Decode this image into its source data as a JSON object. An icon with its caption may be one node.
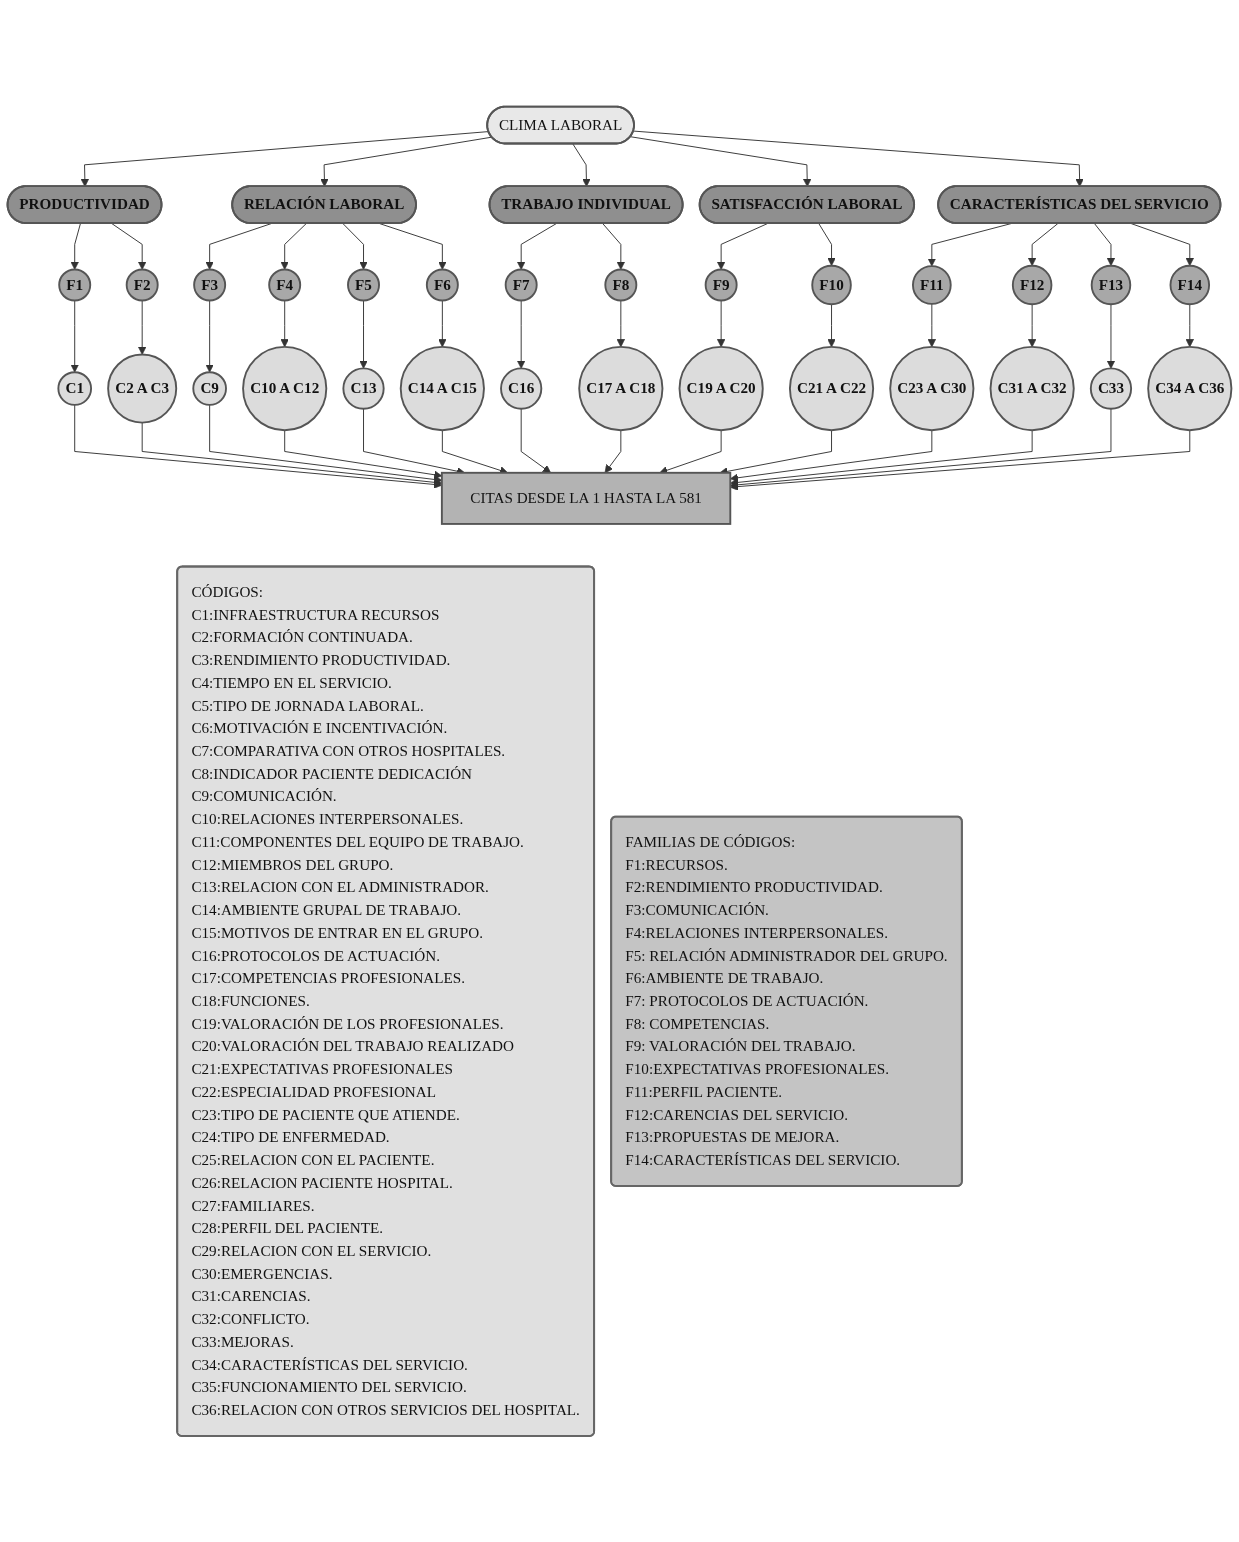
{
  "diagram": {
    "nodes": [
      {
        "text": [
          "CLIMA LABORAL"
        ]
      },
      {
        "text": [
          "PRODUCTIVIDAD"
        ]
      },
      {
        "text": [
          "RELACIÓN LABORAL"
        ]
      },
      {
        "text": [
          "TRABAJO INDIVIDUAL"
        ]
      },
      {
        "text": [
          "SATISFACCIÓN LABORAL"
        ]
      },
      {
        "text": [
          "CARACTERÍSTICAS DEL SERVICIO"
        ]
      },
      {
        "text": [
          "F1"
        ]
      },
      {
        "text": [
          "F2"
        ]
      },
      {
        "text": [
          "F3"
        ]
      },
      {
        "text": [
          "F4"
        ]
      },
      {
        "text": [
          "F5"
        ]
      },
      {
        "text": [
          "F6"
        ]
      },
      {
        "text": [
          "F7"
        ]
      },
      {
        "text": [
          "F8"
        ]
      },
      {
        "text": [
          "F9"
        ]
      },
      {
        "text": [
          "F10"
        ]
      },
      {
        "text": [
          "F11"
        ]
      },
      {
        "text": [
          "F12"
        ]
      },
      {
        "text": [
          "F13"
        ]
      },
      {
        "text": [
          "F14"
        ]
      },
      {
        "text": [
          "C1"
        ]
      },
      {
        "text": [
          "C2 A C3"
        ]
      },
      {
        "text": [
          "C9"
        ]
      },
      {
        "text": [
          "C10 A C12"
        ]
      },
      {
        "text": [
          "C13"
        ]
      },
      {
        "text": [
          "C14 A C15"
        ]
      },
      {
        "text": [
          "C16"
        ]
      },
      {
        "text": [
          "C17 A C18"
        ]
      },
      {
        "text": [
          "C19 A C20"
        ]
      },
      {
        "text": [
          "C21 A C22"
        ]
      },
      {
        "text": [
          "C23 A C30"
        ]
      },
      {
        "text": [
          "C31 A C32"
        ]
      },
      {
        "text": [
          "C33"
        ]
      },
      {
        "text": [
          "C34 A C36"
        ]
      },
      {
        "text": [
          "CITAS DESDE LA 1 HASTA LA 581"
        ]
      },
      {
        "text": [
          "CÓDIGOS:",
          "C1:INFRAESTRUCTURA RECURSOS",
          "C2:FORMACIÓN CONTINUADA.",
          "C3:RENDIMIENTO PRODUCTIVIDAD.",
          "C4:TIEMPO EN EL SERVICIO.",
          "C5:TIPO DE JORNADA LABORAL.",
          "C6:MOTIVACIÓN E INCENTIVACIÓN.",
          "C7:COMPARATIVA CON OTROS HOSPITALES.",
          "C8:INDICADOR PACIENTE DEDICACIÓN",
          "C9:COMUNICACIÓN.",
          "C10:RELACIONES INTERPERSONALES.",
          "C11:COMPONENTES DEL EQUIPO DE TRABAJO.",
          "C12:MIEMBROS DEL GRUPO.",
          "C13:RELACION CON EL ADMINISTRADOR.",
          "C14:AMBIENTE GRUPAL DE TRABAJO.",
          "C15:MOTIVOS DE ENTRAR EN EL GRUPO.",
          "C16:PROTOCOLOS DE ACTUACIÓN.",
          "C17:COMPETENCIAS PROFESIONALES.",
          "C18:FUNCIONES.",
          "C19:VALORACIÓN DE LOS PROFESIONALES.",
          "C20:VALORACIÓN DEL TRABAJO REALIZADO",
          "C21:EXPECTATIVAS PROFESIONALES",
          "C22:ESPECIALIDAD PROFESIONAL",
          "C23:TIPO DE PACIENTE QUE ATIENDE.",
          "C24:TIPO DE ENFERMEDAD.",
          "C25:RELACION CON EL PACIENTE.",
          "C26:RELACION PACIENTE HOSPITAL.",
          "C27:FAMILIARES.",
          "C28:PERFIL DEL PACIENTE.",
          "C29:RELACION CON EL SERVICIO.",
          "C30:EMERGENCIAS.",
          "C31:CARENCIAS.",
          "C32:CONFLICTO.",
          "C33:MEJORAS.",
          "C34:CARACTERÍSTICAS DEL SERVICIO.",
          "C35:FUNCIONAMIENTO DEL SERVICIO.",
          "C36:RELACION CON OTROS SERVICIOS DEL HOSPITAL."
        ]
      },
      {
        "text": [
          "FAMILIAS DE CÓDIGOS:",
          "F1:RECURSOS.",
          "F2:RENDIMIENTO PRODUCTIVIDAD.",
          "F3:COMUNICACIÓN.",
          "F4:RELACIONES INTERPERSONALES.",
          "F5: RELACIÓN ADMINISTRADOR DEL GRUPO.",
          "F6:AMBIENTE DE TRABAJO.",
          "F7: PROTOCOLOS DE ACTUACIÓN.",
          "F8: COMPETENCIAS.",
          "F9: VALORACIÓN DEL TRABAJO.",
          "F10:EXPECTATIVAS PROFESIONALES.",
          "F11:PERFIL PACIENTE.",
          "F12:CARENCIAS DEL SERVICIO.",
          "F13:PROPUESTAS DE MEJORA.",
          "F14:CARACTERÍSTICAS DEL SERVICIO."
        ]
      }
    ],
    "edges": [
      {
        "from": 0,
        "to": 1,
        "arrow": "to"
      },
      {
        "from": 0,
        "to": 2,
        "arrow": "to"
      },
      {
        "from": 0,
        "to": 3,
        "arrow": "to"
      },
      {
        "from": 0,
        "to": 4,
        "arrow": "to"
      },
      {
        "from": 0,
        "to": 5,
        "arrow": "to"
      },
      {
        "from": 1,
        "to": 6,
        "arrow": "to"
      },
      {
        "from": 1,
        "to": 7,
        "arrow": "to"
      },
      {
        "from": 2,
        "to": 8,
        "arrow": "to"
      },
      {
        "from": 2,
        "to": 9,
        "arrow": "to"
      },
      {
        "from": 2,
        "to": 10,
        "arrow": "to"
      },
      {
        "from": 2,
        "to": 11,
        "arrow": "to"
      },
      {
        "from": 3,
        "to": 12,
        "arrow": "to"
      },
      {
        "from": 3,
        "to": 13,
        "arrow": "to"
      },
      {
        "from": 4,
        "to": 14,
        "arrow": "to"
      },
      {
        "from": 4,
        "to": 15,
        "arrow": "to"
      },
      {
        "from": 5,
        "to": 16,
        "arrow": "to"
      },
      {
        "from": 5,
        "to": 17,
        "arrow": "to"
      },
      {
        "from": 5,
        "to": 18,
        "arrow": "to"
      },
      {
        "from": 5,
        "to": 19,
        "arrow": "to"
      },
      {
        "from": 6,
        "to": 20,
        "arrow": "to"
      },
      {
        "from": 7,
        "to": 21,
        "arrow": "to"
      },
      {
        "from": 8,
        "to": 22,
        "arrow": "to"
      },
      {
        "from": 9,
        "to": 23,
        "arrow": "to"
      },
      {
        "from": 10,
        "to": 24,
        "arrow": "to"
      },
      {
        "from": 11,
        "to": 25,
        "arrow": "to"
      },
      {
        "from": 12,
        "to": 26,
        "arrow": "to"
      },
      {
        "from": 13,
        "to": 27,
        "arrow": "to"
      },
      {
        "from": 14,
        "to": 28,
        "arrow": "to"
      },
      {
        "from": 15,
        "to": 29,
        "arrow": "to"
      },
      {
        "from": 16,
        "to": 30,
        "arrow": "to"
      },
      {
        "from": 17,
        "to": 31,
        "arrow": "to"
      },
      {
        "from": 18,
        "to": 32,
        "arrow": "to"
      },
      {
        "from": 19,
        "to": 33,
        "arrow": "to"
      },
      {
        "from": 20,
        "to": 34,
        "arrow": "to"
      },
      {
        "from": 21,
        "to": 34,
        "arrow": "to"
      },
      {
        "from": 22,
        "to": 34,
        "arrow": "to"
      },
      {
        "from": 23,
        "to": 34,
        "arrow": "to"
      },
      {
        "from": 24,
        "to": 34,
        "arrow": "to"
      },
      {
        "from": 25,
        "to": 34,
        "arrow": "to"
      },
      {
        "from": 26,
        "to": 34,
        "arrow": "to"
      },
      {
        "from": 27,
        "to": 34,
        "arrow": "to"
      },
      {
        "from": 28,
        "to": 34,
        "arrow": "to"
      },
      {
        "from": 29,
        "to": 34,
        "arrow": "to"
      },
      {
        "from": 30,
        "to": 34,
        "arrow": "to"
      },
      {
        "from": 31,
        "to": 34,
        "arrow": "to"
      },
      {
        "from": 32,
        "to": 34,
        "arrow": "to"
      },
      {
        "from": 33,
        "to": 34,
        "arrow": "to"
      }
    ]
  }
}
